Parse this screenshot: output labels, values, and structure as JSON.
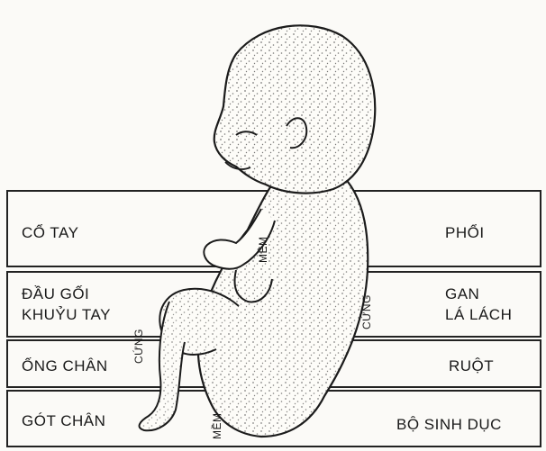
{
  "left_labels": {
    "co_tay": "CỔ TAY",
    "dau_goi": "ĐẦU GỐI",
    "khuyu_tay": "KHUỶU TAY",
    "ong_chan": "ỐNG CHÂN",
    "got_chan": "GÓT CHÂN"
  },
  "right_labels": {
    "phoi": "PHỔI",
    "gan": "GAN",
    "la_lach": "LÁ LÁCH",
    "ruot": "RUỘT",
    "bo_sinh_duc": "BỘ SINH DỤC"
  },
  "vertical_labels": {
    "mem_upper": "MỀM",
    "cung_right": "CỨNG",
    "cung_left": "CỨNG",
    "mem_lower": "MỀM"
  }
}
